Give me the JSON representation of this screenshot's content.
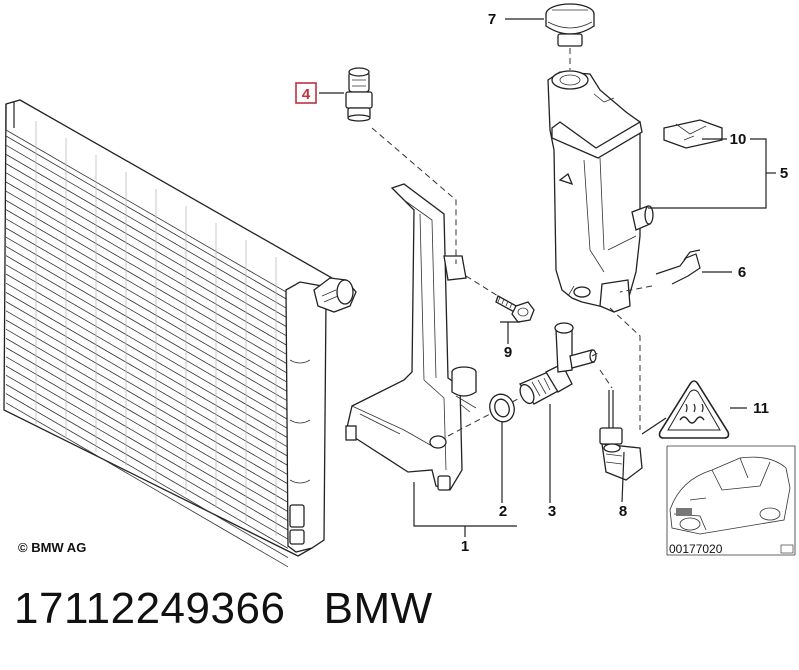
{
  "callouts": {
    "c1": "1",
    "c2": "2",
    "c3": "3",
    "c4": "4",
    "c5": "5",
    "c6": "6",
    "c7": "7",
    "c8": "8",
    "c9": "9",
    "c10": "10",
    "c11": "11"
  },
  "copyright": "© BMW AG",
  "diagram_ref": "00177020",
  "footer": {
    "part_number": "17112249366",
    "brand": "BMW"
  },
  "highlight_color": "#c0313c"
}
